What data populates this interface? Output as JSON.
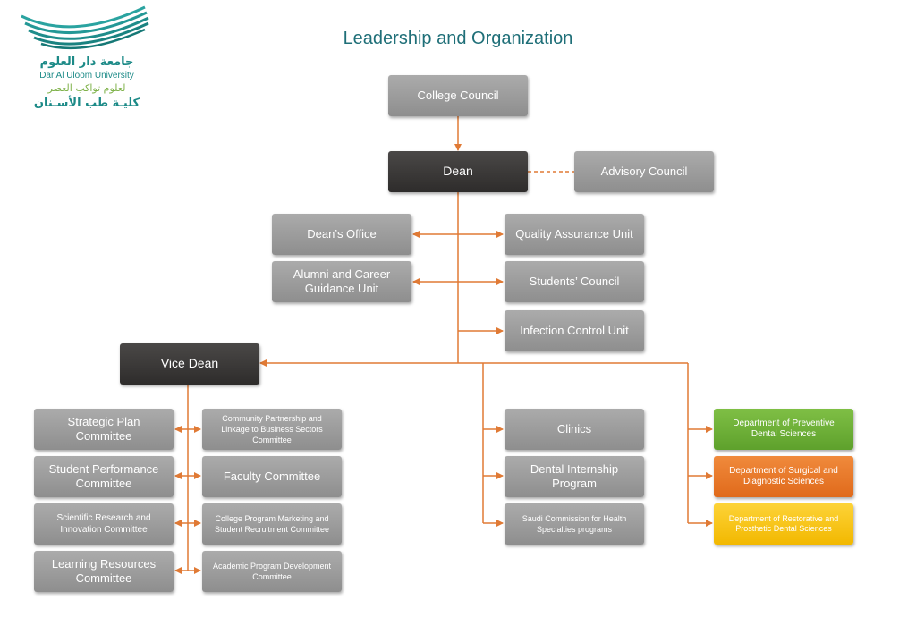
{
  "title": "Leadership and Organization",
  "logo": {
    "arabic_name": "جامعة دار العلوم",
    "english_name": "Dar Al Uloom University",
    "arabic_slogan": "لعلوم تواكب العصر",
    "arabic_college": "كليـة طب الأسـنان"
  },
  "colors": {
    "connector": "#e07a35",
    "box_gray": "#9b9b9b",
    "box_dark": "#3a3837",
    "green": "#6aae37",
    "orange": "#e8762a",
    "yellow": "#f7c51a",
    "title": "#1f6f78"
  },
  "nodes": {
    "college_council": "College Council",
    "dean": "Dean",
    "advisory_council": "Advisory Council",
    "deans_office": "Dean’s Office",
    "quality_assurance": "Quality Assurance Unit",
    "alumni_career": "Alumni and Career Guidance Unit",
    "students_council": "Students’ Council",
    "infection_control": "Infection Control Unit",
    "vice_dean": "Vice Dean",
    "strategic_plan": "Strategic Plan Committee",
    "community_partnership": "Community Partnership and Linkage to Business Sectors Committee",
    "student_performance": "Student Performance Committee",
    "faculty_committee": "Faculty Committee",
    "scientific_research": "Scientific Research and Innovation Committee",
    "college_program_marketing": "College Program Marketing and Student Recruitment Committee",
    "learning_resources": "Learning Resources Committee",
    "academic_program": "Academic Program Development Committee",
    "clinics": "Clinics",
    "dental_internship": "Dental Internship Program",
    "saudi_commission": "Saudi Commission for Health Specialties programs",
    "dept_preventive": "Department of Preventive Dental Sciences",
    "dept_surgical": "Department of Surgical and Diagnostic Sciences",
    "dept_restorative": "Department of Restorative and Prosthetic Dental Sciences"
  }
}
